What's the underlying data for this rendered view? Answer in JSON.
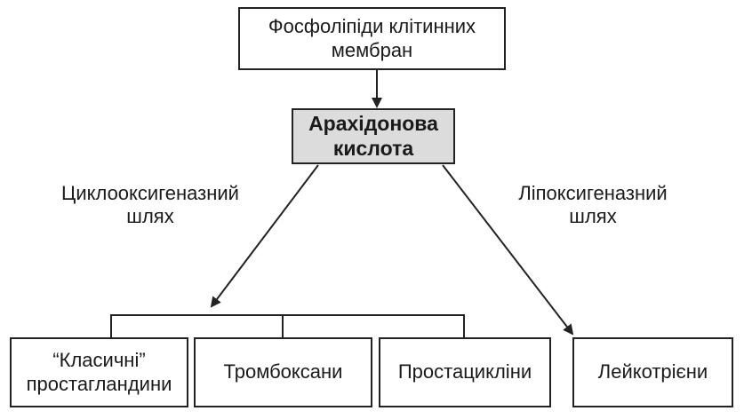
{
  "nodes": {
    "source": {
      "lines": [
        "Фосфоліпіди клітинних",
        "мембран"
      ]
    },
    "acid": {
      "lines": [
        "Арахідонова",
        "кислота"
      ]
    },
    "classic_pg": {
      "lines": [
        "“Класичні”",
        "простагландини"
      ]
    },
    "thromboxanes": {
      "lines": [
        "Тромбоксани"
      ]
    },
    "prostacyclins": {
      "lines": [
        "Простацикліни"
      ]
    },
    "leukotrienes": {
      "lines": [
        "Лейкотрієни"
      ]
    }
  },
  "pathways": {
    "cyclooxygenase": {
      "lines": [
        "Циклооксигеназний",
        "шлях"
      ]
    },
    "lipoxygenase": {
      "lines": [
        "Ліпоксигеназний",
        "шлях"
      ]
    }
  }
}
